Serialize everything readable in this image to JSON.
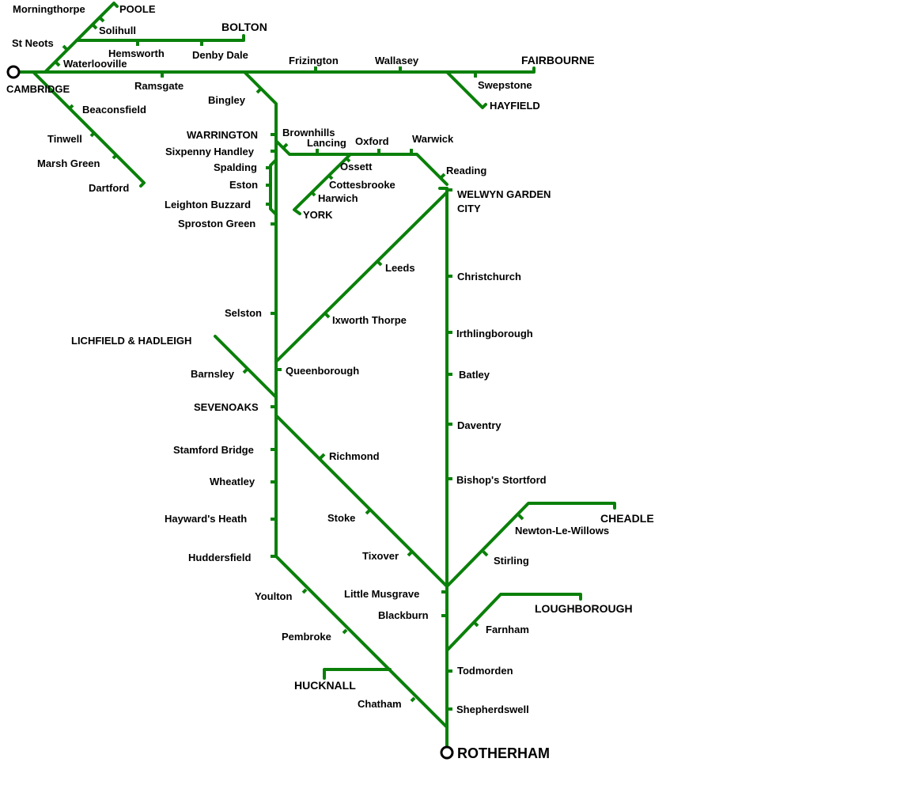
{
  "map": {
    "line_color": "#0a800a",
    "stations": {
      "morningthorpe": "Morningthorpe",
      "poole": "POOLE",
      "solihull": "Solihull",
      "bolton": "BOLTON",
      "st_neots": "St Neots",
      "hemsworth": "Hemsworth",
      "denby_dale": "Denby Dale",
      "waterlooville": "Waterlooville",
      "frizington": "Frizington",
      "wallasey": "Wallasey",
      "fairbourne": "FAIRBOURNE",
      "cambridge": "CAMBRIDGE",
      "ramsgate": "Ramsgate",
      "swepstone": "Swepstone",
      "hayfield": "HAYFIELD",
      "bingley": "Bingley",
      "beaconsfield": "Beaconsfield",
      "tinwell": "Tinwell",
      "marsh_green": "Marsh Green",
      "dartford": "Dartford",
      "warrington": "WARRINGTON",
      "brownhills": "Brownhills",
      "lancing": "Lancing",
      "oxford": "Oxford",
      "warwick": "Warwick",
      "sixpenny_handley": "Sixpenny Handley",
      "spalding": "Spalding",
      "ossett": "Ossett",
      "reading": "Reading",
      "eston": "Eston",
      "cottesbrooke": "Cottesbrooke",
      "welwyn_line1": "WELWYN GARDEN",
      "welwyn_line2": "CITY",
      "harwich": "Harwich",
      "leighton_buzzard": "Leighton Buzzard",
      "york": "YORK",
      "sproston_green": "Sproston Green",
      "leeds": "Leeds",
      "christchurch": "Christchurch",
      "selston": "Selston",
      "ixworth_thorpe": "Ixworth Thorpe",
      "irthlingborough": "Irthlingborough",
      "lichfield_hadleigh": "LICHFIELD & HADLEIGH",
      "queenborough": "Queenborough",
      "barnsley": "Barnsley",
      "batley": "Batley",
      "sevenoaks": "SEVENOAKS",
      "daventry": "Daventry",
      "stamford_bridge": "Stamford Bridge",
      "richmond": "Richmond",
      "wheatley": "Wheatley",
      "bishops_stortford": "Bishop's Stortford",
      "cheadle": "CHEADLE",
      "newton_le_willows": "Newton-Le-Willows",
      "haywards_heath": "Hayward's Heath",
      "stoke": "Stoke",
      "stirling": "Stirling",
      "tixover": "Tixover",
      "huddersfield": "Huddersfield",
      "little_musgrave": "Little Musgrave",
      "youlton": "Youlton",
      "loughborough": "LOUGHBOROUGH",
      "blackburn": "Blackburn",
      "farnham": "Farnham",
      "pembroke": "Pembroke",
      "todmorden": "Todmorden",
      "hucknall": "HUCKNALL",
      "chatham": "Chatham",
      "shepherdswell": "Shepherdswell",
      "rotherham": "ROTHERHAM"
    }
  }
}
